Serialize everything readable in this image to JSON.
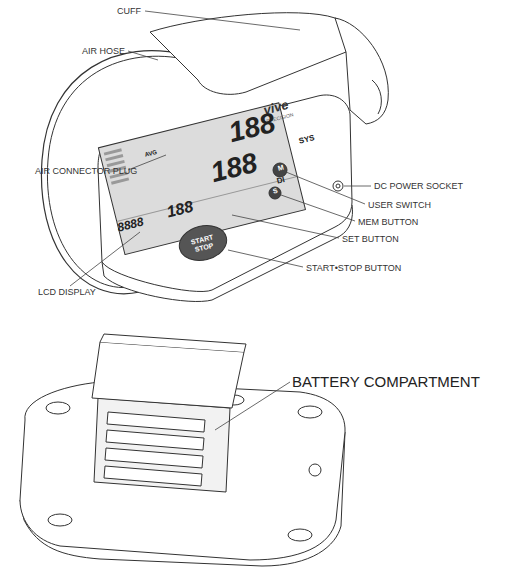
{
  "diagram": {
    "nodes": [
      {
        "text": [
          "START STOP"
        ]
      }
    ],
    "labels": [
      "CUFF",
      "AIR HOSE",
      "AIR CONNECTOR PLUG",
      "LCD DISPLAY",
      "DC POWER SOCKET",
      "USER SWITCH",
      "MEM BUTTON",
      "SET BUTTON",
      "START•STOP BUTTON",
      "BATTERY COMPARTMENT",
      "vive",
      "PRECISION",
      "SYS",
      "DI",
      "AVG",
      "M",
      "S",
      "188",
      "188",
      "8888",
      "188"
    ]
  }
}
